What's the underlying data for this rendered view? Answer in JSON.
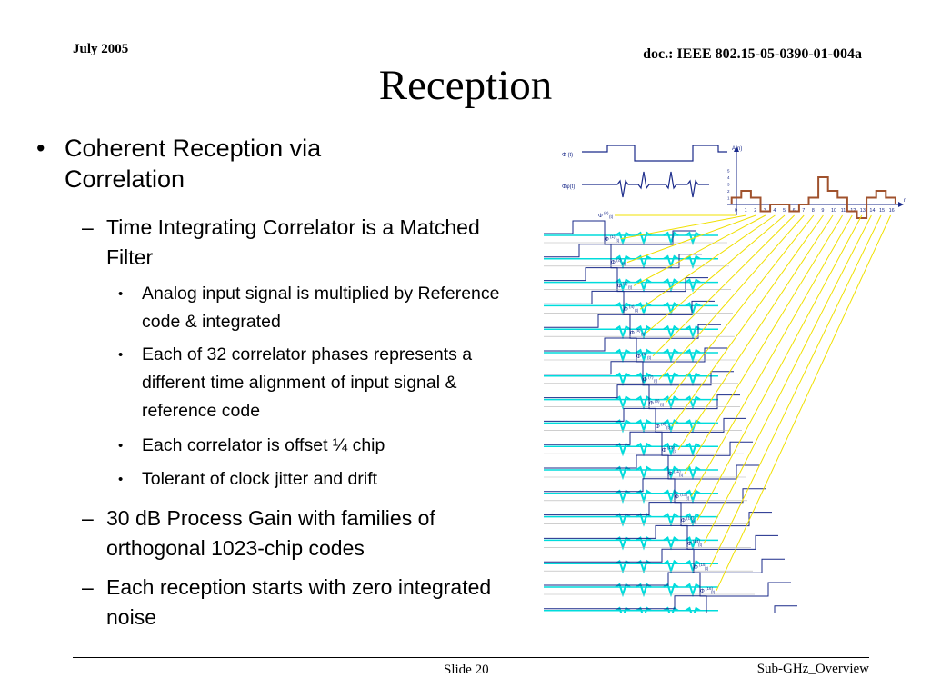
{
  "header": {
    "date": "July 2005",
    "doc_id": "doc.: IEEE 802.15-05-0390-01-004a"
  },
  "title": "Reception",
  "bullets": {
    "b1": "Coherent Reception via Correlation",
    "b1_1": "Time Integrating Correlator is a Matched Filter",
    "b1_1_1": "Analog input signal is multiplied by Reference code & integrated",
    "b1_1_2": "Each of 32 correlator phases represents a different time alignment of input signal & reference code",
    "b1_1_3": "Each correlator is offset ¼ chip",
    "b1_1_4": "Tolerant of clock jitter and drift",
    "b1_2": "30 dB Process Gain with families of orthogonal 1023-chip codes",
    "b1_3": "Each reception starts with zero integrated noise",
    "marker_l1": "•",
    "marker_l2": "–",
    "marker_l3": "•"
  },
  "diagram": {
    "ref_label": "Φ (t)",
    "sig_label": "Φφ(t)",
    "axis_y_label": "A(n)",
    "axis_x_label": "n",
    "y_ticks": [
      "5",
      "4",
      "3",
      "2",
      "1"
    ],
    "x_ticks": [
      "0",
      "1",
      "2",
      "3",
      "4",
      "5",
      "6",
      "7",
      "8",
      "9",
      "10",
      "11",
      "12",
      "13",
      "14",
      "15",
      "16"
    ],
    "bars": [
      1,
      2,
      1,
      -1,
      0,
      0,
      -1,
      0,
      1,
      4,
      2,
      1,
      -1,
      -2,
      1,
      2,
      1
    ],
    "phase_symbol": "Φ",
    "phase_sub": "(t)",
    "phase_labels": [
      "(0)",
      "(1)",
      "(2)",
      "(3)",
      "(4)",
      "(5)",
      "(6)",
      "(7)",
      "(8)",
      "(9)",
      "(10)",
      "(11)",
      "(12)",
      "(13)",
      "(14)",
      "(15)",
      "(16)"
    ],
    "colors": {
      "pulse": "#00dcdc",
      "bars": "#a0522d",
      "connectors": "#f0e000",
      "code": "#1a2a8a",
      "axis": "#1a2a8a"
    }
  },
  "footer": {
    "slide": "Slide 20",
    "name": "Sub-GHz_Overview"
  }
}
